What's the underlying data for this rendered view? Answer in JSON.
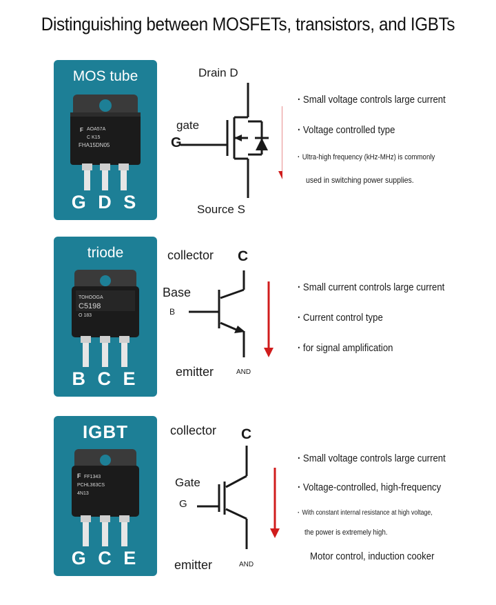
{
  "title": "Distinguishing between MOSFETs, transistors, and IGBTs",
  "colors": {
    "card": "#1d7f96",
    "arrow": "#d01c1c",
    "text": "#1a1a1a"
  },
  "mos": {
    "card_name": "MOS tube",
    "chip_lines": [
      "AOA57A",
      "C    K15",
      "FHA15DN05"
    ],
    "pins": "G D S",
    "drain_label": "Drain D",
    "gate_label": "gate",
    "gate_letter": "G",
    "source_label": "Source S",
    "bullets": [
      "Small voltage controls large current",
      "Voltage controlled type",
      "Ultra-high frequency (kHz-MHz) is commonly",
      "used in switching power supplies."
    ]
  },
  "triode": {
    "card_name": "triode",
    "chip_lines": [
      "TOHOOGA",
      "C5198",
      "O   183"
    ],
    "pins": "B C E",
    "collector_label": "collector",
    "collector_letter": "C",
    "base_label": "Base",
    "base_letter": "B",
    "emitter_label": "emitter",
    "emitter_letter": "AND",
    "bullets": [
      "Small current controls large current",
      "Current control type",
      "for signal amplification"
    ]
  },
  "igbt": {
    "card_name": "IGBT",
    "chip_lines": [
      "FF1343",
      "PCHL363CS",
      "4N13"
    ],
    "pins": "G C E",
    "collector_label": "collector",
    "collector_letter": "C",
    "gate_label": "Gate",
    "gate_letter": "G",
    "emitter_label": "emitter",
    "emitter_letter": "AND",
    "bullets": [
      "Small voltage controls large current",
      "Voltage-controlled, high-frequency",
      "With constant internal resistance at high voltage,",
      "the power is extremely high.",
      "Motor control, induction cooker"
    ]
  }
}
